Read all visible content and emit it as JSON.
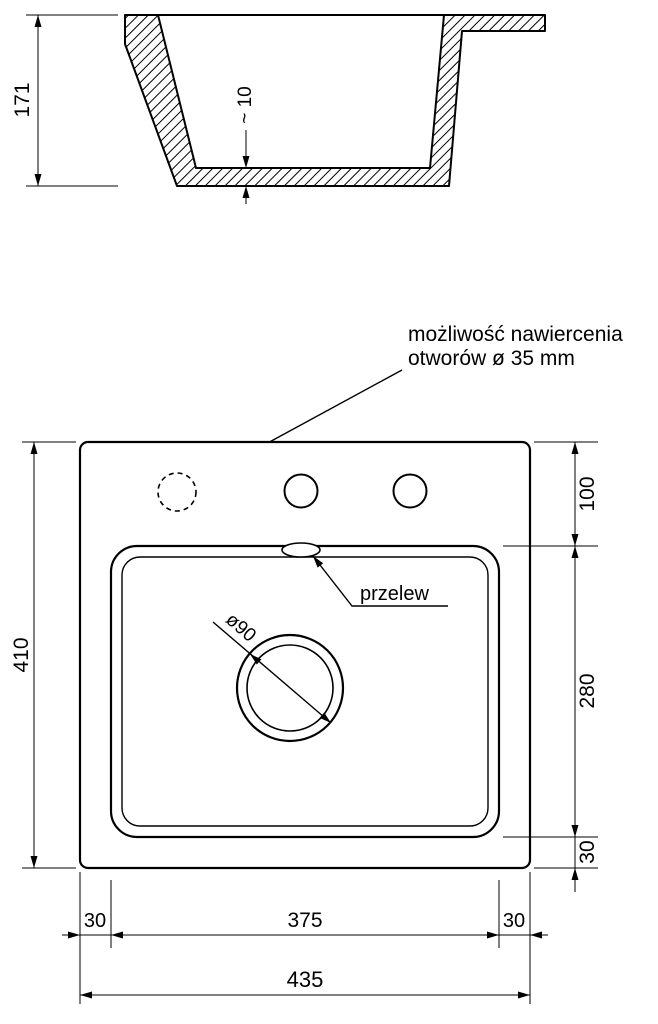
{
  "side_view": {
    "depth_label": "171",
    "bottom_thickness_label": "~ 10"
  },
  "note": {
    "line1": "możliwość nawiercenia",
    "line2": "otworów ø 35 mm"
  },
  "plan_view": {
    "overflow_label": "przelew",
    "drain_diameter_label": "ø90",
    "height_total_label": "410",
    "deck_depth_label": "100",
    "bowl_depth_label": "280",
    "bowl_bottom_margin_label": "30",
    "left_margin_label": "30",
    "bowl_width_label": "375",
    "right_margin_label": "30",
    "width_total_label": "435"
  }
}
